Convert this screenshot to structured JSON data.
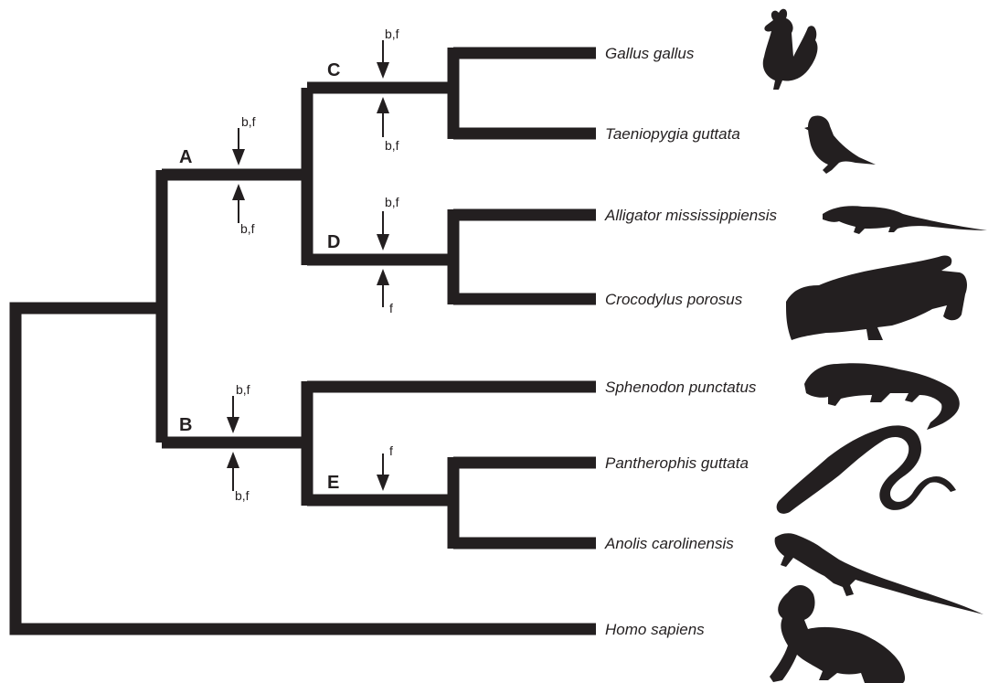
{
  "tree": {
    "taxa": [
      {
        "id": "gallus",
        "name": "Gallus gallus",
        "icon": "rooster-icon"
      },
      {
        "id": "taeniopygia",
        "name": "Taeniopygia guttata",
        "icon": "finch-icon"
      },
      {
        "id": "alligator",
        "name": "Alligator mississippiensis",
        "icon": "alligator-icon"
      },
      {
        "id": "crocodylus",
        "name": "Crocodylus porosus",
        "icon": "crocodile-icon"
      },
      {
        "id": "sphenodon",
        "name": "Sphenodon punctatus",
        "icon": "tuatara-icon"
      },
      {
        "id": "pantherophis",
        "name": "Pantherophis guttata",
        "icon": "snake-icon"
      },
      {
        "id": "anolis",
        "name": "Anolis carolinensis",
        "icon": "anole-icon"
      },
      {
        "id": "homo",
        "name": "Homo sapiens",
        "icon": "human-infant-icon"
      }
    ],
    "nodes": {
      "A": {
        "label": "A",
        "down": "b,f",
        "up": "b,f"
      },
      "B": {
        "label": "B",
        "down": "b,f",
        "up": "b,f"
      },
      "C": {
        "label": "C",
        "down": "b,f",
        "up": "b,f"
      },
      "D": {
        "label": "D",
        "down": "b,f",
        "up": "f"
      },
      "E": {
        "label": "E",
        "down": "f"
      }
    },
    "colors": {
      "ink": "#231f20",
      "background": "#ffffff"
    }
  }
}
